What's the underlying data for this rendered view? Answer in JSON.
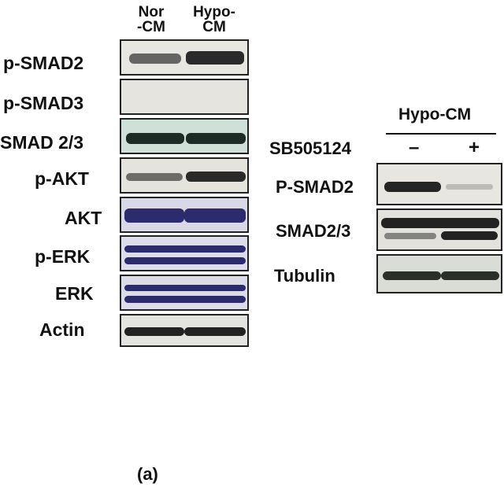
{
  "panel_a": {
    "columns": [
      "Nor\n-CM",
      "Hypo-\nCM"
    ],
    "columns_lines": [
      [
        "Nor",
        "-CM"
      ],
      [
        "Hypo-",
        "CM"
      ]
    ],
    "rows": [
      {
        "label": "p-SMAD2",
        "bg": "#e8e6e1"
      },
      {
        "label": "p-SMAD3",
        "bg": "#e6e4df"
      },
      {
        "label": "SMAD 2/3",
        "bg": "#cfe0d8"
      },
      {
        "label": "p-AKT",
        "bg": "#e4e3dc"
      },
      {
        "label": "AKT",
        "bg": "#d9d8e6"
      },
      {
        "label": "p-ERK",
        "bg": "#dddcea"
      },
      {
        "label": "ERK",
        "bg": "#dcdbe8"
      },
      {
        "label": "Actin",
        "bg": "#e3e3df"
      }
    ]
  },
  "panel_b": {
    "header": "Hypo-CM",
    "treatment_label": "SB505124",
    "treatment_minus": "–",
    "treatment_plus": "+",
    "rows": [
      {
        "label": "P-SMAD2",
        "bg": "#e7e6e0"
      },
      {
        "label": "SMAD2/3",
        "bg": "#e2e1dc"
      },
      {
        "label": "Tubulin",
        "bg": "#d9ddd5"
      }
    ]
  },
  "caption": "(a)",
  "colors": {
    "band_dark": "#2a2a2a",
    "band_blue": "#2b2b6e",
    "band_green": "#1e2a25"
  }
}
